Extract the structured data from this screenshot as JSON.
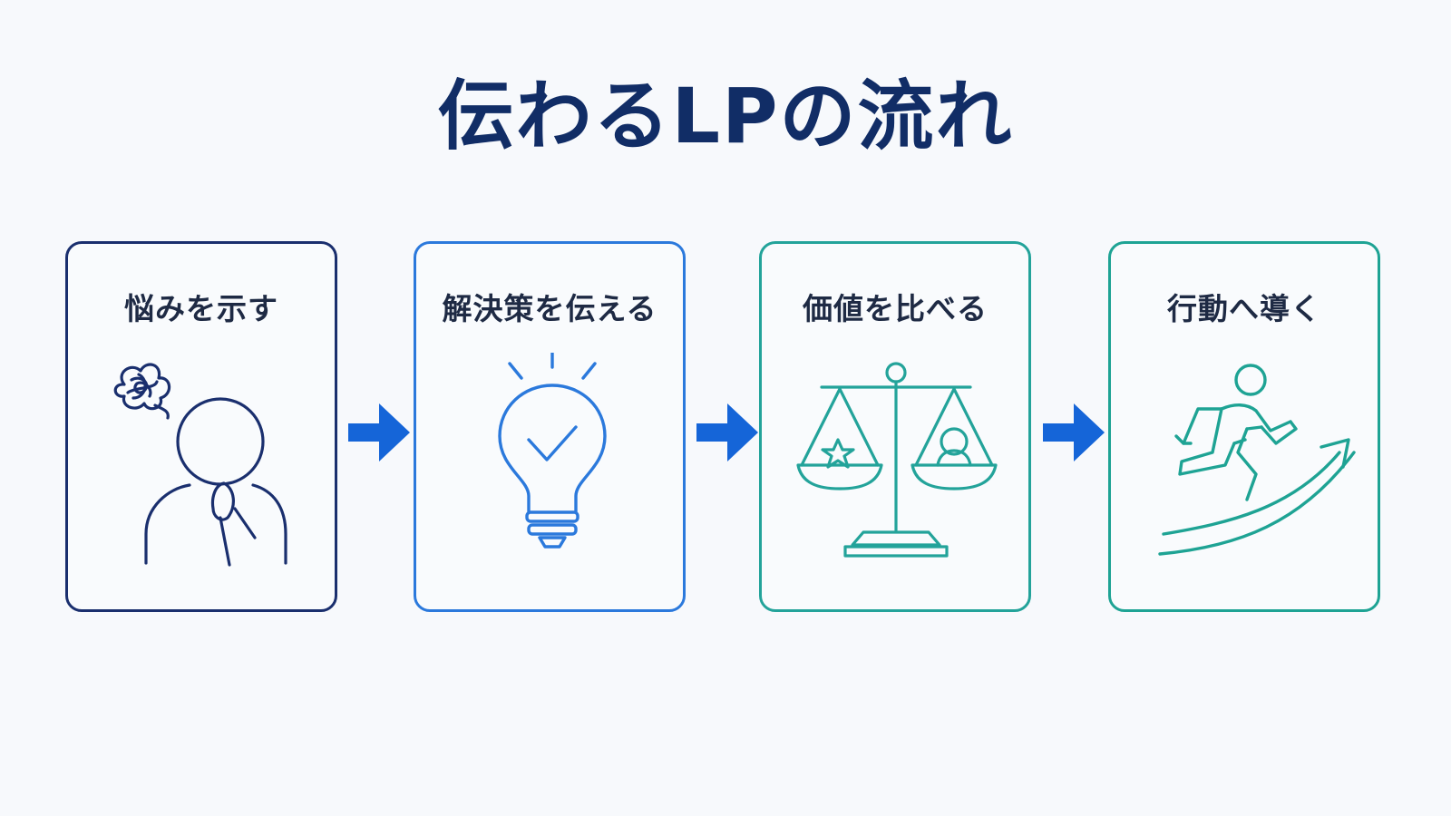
{
  "title": "伝わるLPの流れ",
  "colors": {
    "title": "#112d66",
    "arrow": "#1565d8",
    "step1": "#1a2f6e",
    "step2": "#2b79dc",
    "step3": "#23a39a",
    "step4": "#1ea394"
  },
  "steps": [
    {
      "label": "悩みを示す",
      "icon": "worried-person-icon"
    },
    {
      "label": "解決策を伝える",
      "icon": "lightbulb-check-icon"
    },
    {
      "label": "価値を比べる",
      "icon": "balance-scale-icon"
    },
    {
      "label": "行動へ導く",
      "icon": "running-person-arrow-icon"
    }
  ]
}
